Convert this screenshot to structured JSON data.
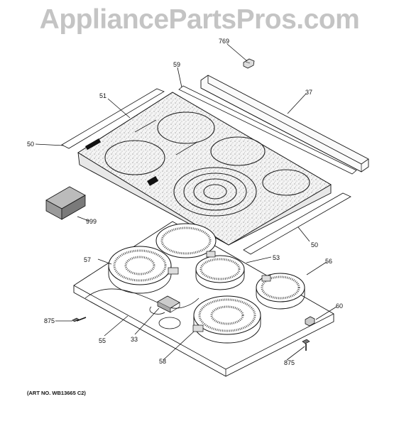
{
  "watermark": "AppliancePartsPros.com",
  "art_number": "(ART NO. WB13665 C2)",
  "callouts": {
    "c769": "769",
    "c59": "59",
    "c51": "51",
    "c37": "37",
    "c50a": "50",
    "c999": "999",
    "c50b": "50",
    "c57": "57",
    "c53": "53",
    "c56": "56",
    "c60": "60",
    "c875a": "875",
    "c55": "55",
    "c33": "33",
    "c58": "58",
    "c875b": "875"
  }
}
